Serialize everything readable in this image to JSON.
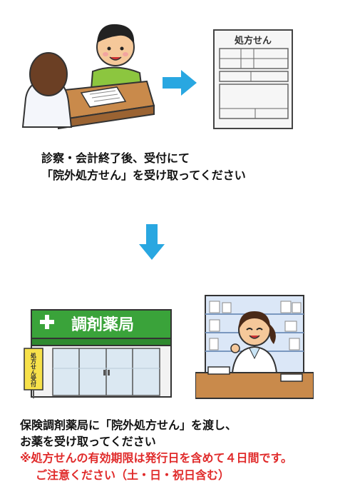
{
  "prescription_form": {
    "title": "処方せん"
  },
  "step1": {
    "line1": "診察・会計終了後、受付にて",
    "line2": "「院外処方せん」を受け取ってください"
  },
  "pharmacy": {
    "sign_text": "調剤薬局",
    "banner_text": "処方せん受付"
  },
  "step2": {
    "line1": "保険調剤薬局に「院外処方せん」を渡し、",
    "line2": "お薬を受け取ってください"
  },
  "notice": {
    "line1": "※処方せんの有効期限は発行日を含めて４日間です。",
    "line2": "ご注意ください（土・日・祝日含む）"
  },
  "colors": {
    "arrow": "#29a7e1",
    "pharmacy_green": "#3aa33a",
    "warning": "#e02a2a"
  },
  "icons": {
    "arrow_right": "arrow-right-icon",
    "arrow_down": "arrow-down-icon"
  }
}
